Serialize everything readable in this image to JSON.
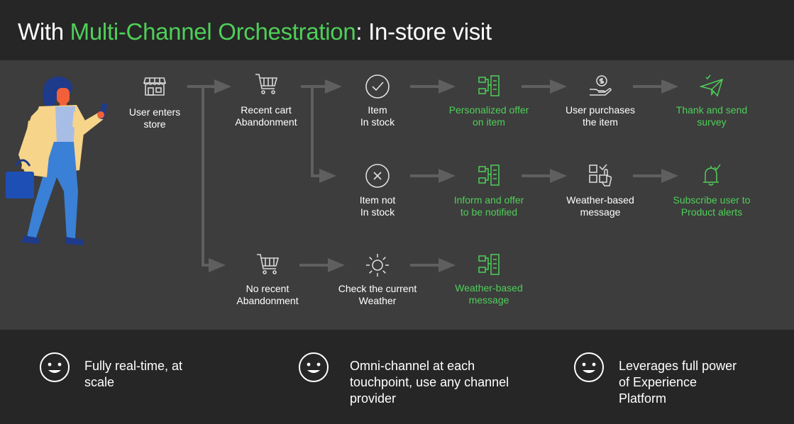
{
  "header": {
    "title_prefix": "With ",
    "title_highlight": "Multi-Channel Orchestration",
    "title_suffix": ": In-store visit"
  },
  "flow": {
    "nodes": {
      "user_enters": {
        "label_line1": "User enters",
        "label_line2": "store",
        "icon": "store-icon"
      },
      "recent_cart": {
        "label_line1": "Recent cart",
        "label_line2": "Abandonment",
        "icon": "cart-icon"
      },
      "item_in_stock": {
        "label_line1": "Item",
        "label_line2": "In stock",
        "icon": "check-circle-icon"
      },
      "personalized_offer": {
        "label_line1": "Personalized offer",
        "label_line2": "on item",
        "icon": "workflow-icon"
      },
      "user_purchases": {
        "label_line1": "User purchases",
        "label_line2": "the item",
        "icon": "hand-dollar-icon"
      },
      "thank_survey": {
        "label_line1": "Thank and send",
        "label_line2": "survey",
        "icon": "paper-plane-icon"
      },
      "item_not_in_stock": {
        "label_line1": "Item not",
        "label_line2": "In stock",
        "icon": "x-circle-icon"
      },
      "inform_offer": {
        "label_line1": "Inform and offer",
        "label_line2": "to be notified",
        "icon": "workflow-icon"
      },
      "weather_message_top": {
        "label_line1": "Weather-based",
        "label_line2": "message",
        "icon": "apps-touch-icon"
      },
      "subscribe_alerts": {
        "label_line1": "Subscribe user to",
        "label_line2": "Product alerts",
        "icon": "bell-icon"
      },
      "no_recent": {
        "label_line1": "No recent",
        "label_line2": "Abandonment",
        "icon": "cart-icon"
      },
      "check_weather": {
        "label_line1": "Check the current",
        "label_line2": "Weather",
        "icon": "sun-icon"
      },
      "weather_message_bottom": {
        "label_line1": "Weather-based",
        "label_line2": "message",
        "icon": "workflow-icon"
      }
    }
  },
  "features": [
    {
      "line1": "Fully real-time, at",
      "line2": "scale",
      "line3": ""
    },
    {
      "line1": "Omni-channel at each",
      "line2": "touchpoint, use any channel",
      "line3": "provider"
    },
    {
      "line1": "Leverages full power",
      "line2": "of Experience",
      "line3": "Platform"
    }
  ],
  "colors": {
    "accent_green": "#4fcf59",
    "header_bg": "#262626",
    "panel_bg": "#3d3d3d",
    "arrow_gray": "#5f5f5f"
  }
}
